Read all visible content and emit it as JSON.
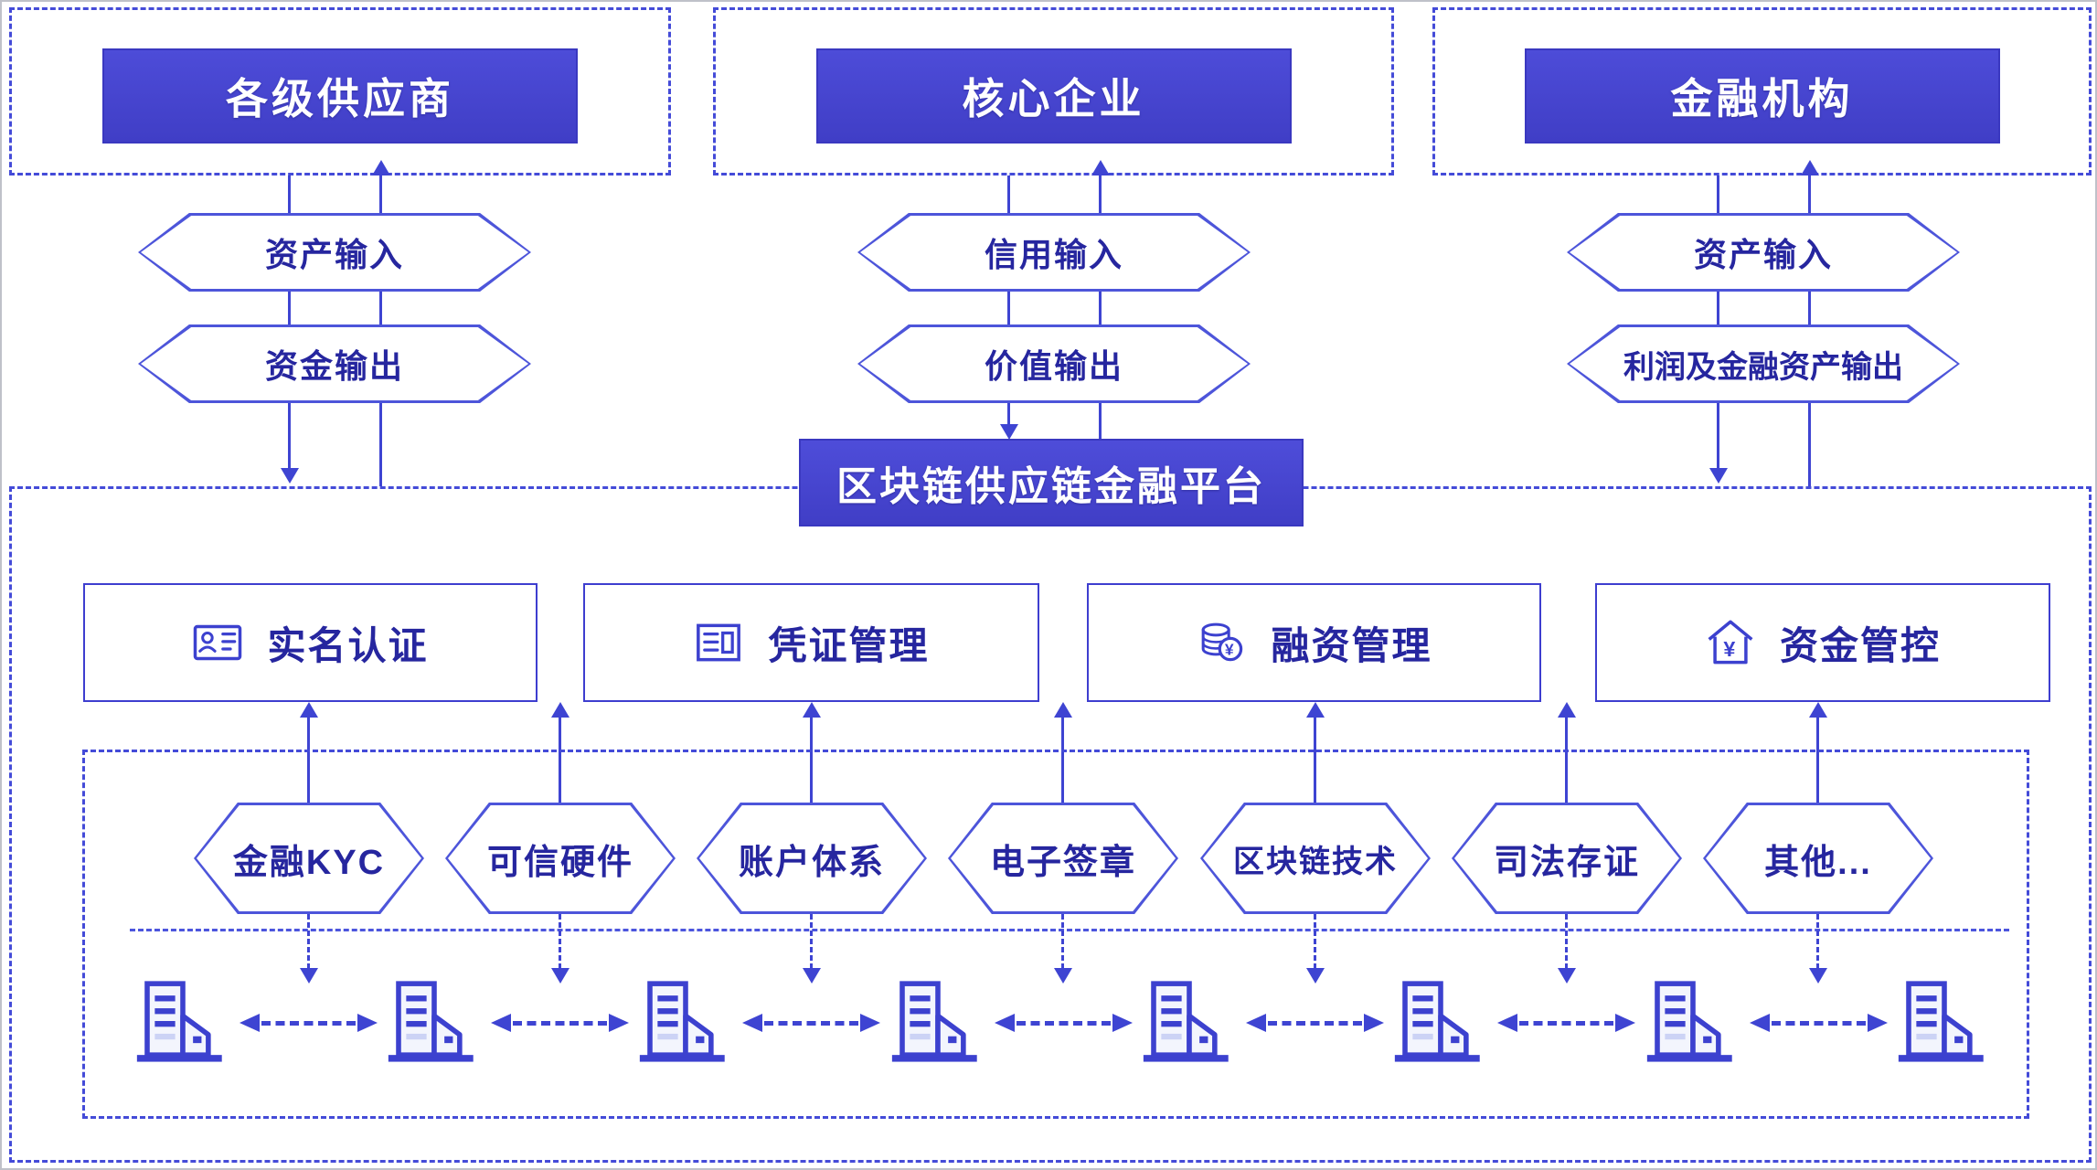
{
  "palette": {
    "primary_blue": "#4342cd",
    "line_blue": "#3e44d2",
    "dash_blue": "#444bd8",
    "text_navy": "#26269f",
    "icon_blue": "#3c41cf",
    "background": "#ffffff"
  },
  "top_groups": [
    {
      "title": "各级供应商",
      "flows": [
        "资产输入",
        "资金输出"
      ]
    },
    {
      "title": "核心企业",
      "flows": [
        "信用输入",
        "价值输出"
      ]
    },
    {
      "title": "金融机构",
      "flows": [
        "资产输入",
        "利润及金融资产输出"
      ]
    }
  ],
  "platform": {
    "title": "区块链供应链金融平台",
    "modules": [
      {
        "icon": "id-card-icon",
        "label": "实名认证"
      },
      {
        "icon": "voucher-document-icon",
        "label": "凭证管理"
      },
      {
        "icon": "coins-yuan-icon",
        "label": "融资管理"
      },
      {
        "icon": "house-yuan-icon",
        "label": "资金管控"
      }
    ],
    "technologies": [
      "金融KYC",
      "可信硬件",
      "账户体系",
      "电子签章",
      "区块链技术",
      "司法存证",
      "其他..."
    ],
    "network": {
      "node_icon": "building-icon",
      "node_count": 8
    }
  }
}
